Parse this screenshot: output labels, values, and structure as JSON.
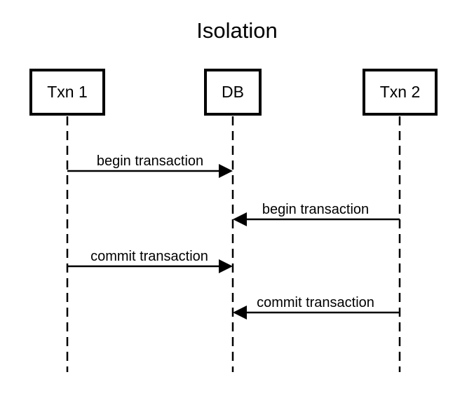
{
  "diagram": {
    "title": "Isolation",
    "actors": [
      {
        "label": "Txn 1"
      },
      {
        "label": "DB"
      },
      {
        "label": "Txn 2"
      }
    ],
    "messages": [
      {
        "label": "begin transaction",
        "from": "Txn 1",
        "to": "DB"
      },
      {
        "label": "begin transaction",
        "from": "Txn 2",
        "to": "DB"
      },
      {
        "label": "commit transaction",
        "from": "Txn 1",
        "to": "DB"
      },
      {
        "label": "commit transaction",
        "from": "Txn 2",
        "to": "DB"
      }
    ],
    "colors": {
      "ink": "#000000",
      "background": "#ffffff"
    }
  }
}
